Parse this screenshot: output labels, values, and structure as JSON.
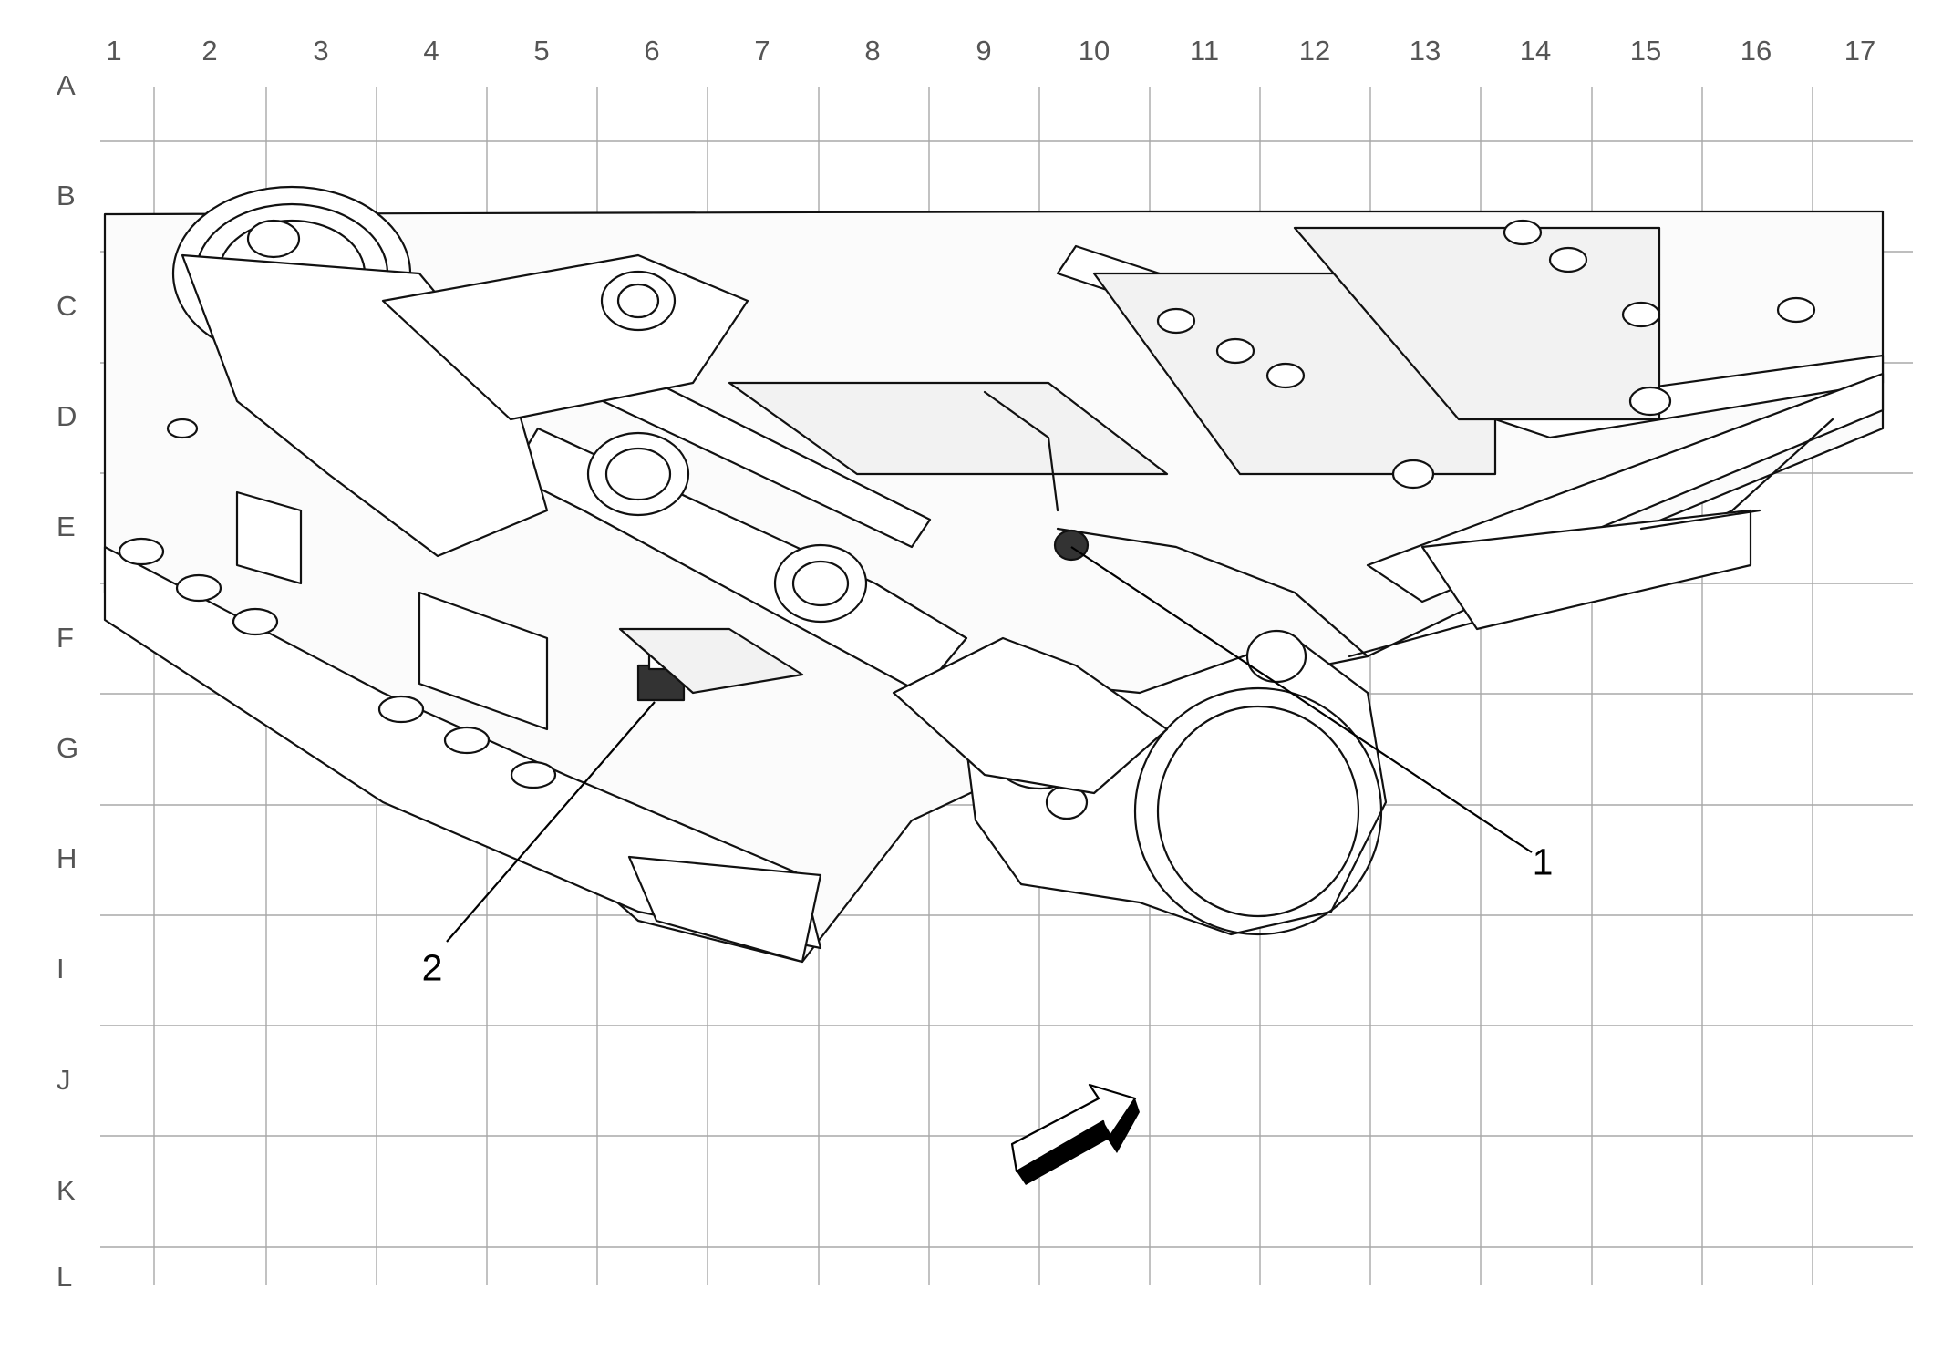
{
  "grid": {
    "columns": [
      "1",
      "2",
      "3",
      "4",
      "5",
      "6",
      "7",
      "8",
      "9",
      "10",
      "11",
      "12",
      "13",
      "14",
      "15",
      "16",
      "17"
    ],
    "rows": [
      "A",
      "B",
      "C",
      "D",
      "E",
      "F",
      "G",
      "H",
      "I",
      "J",
      "K",
      "L"
    ]
  },
  "callouts": [
    {
      "id": "1",
      "label": "1"
    },
    {
      "id": "2",
      "label": "2"
    }
  ],
  "direction_arrow": {
    "icon": "forward-direction-arrow-icon"
  },
  "colors": {
    "grid": "#a8a8a8",
    "labels": "#555555",
    "line_art": "#111111",
    "background": "#ffffff"
  }
}
